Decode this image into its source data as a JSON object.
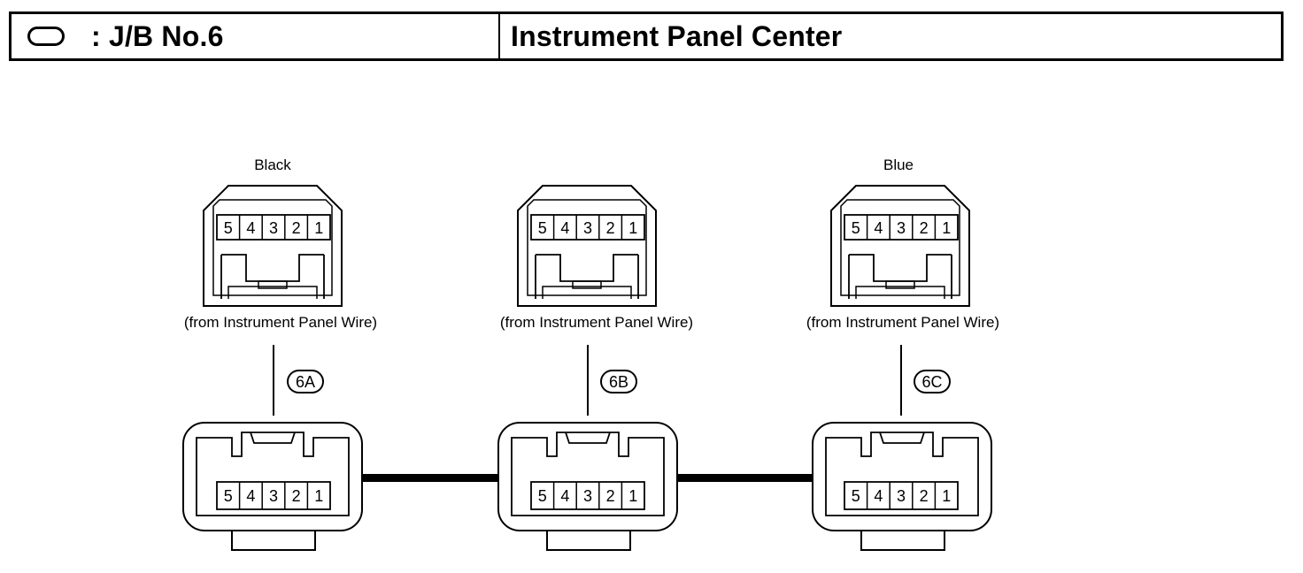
{
  "header": {
    "symbol_icon": "oval-outline-icon",
    "junction_block": ": J/B No.6",
    "location": "Instrument Panel Center"
  },
  "connectors": [
    {
      "id": "6A",
      "color_label": "Black",
      "source_label": "(from Instrument Panel Wire)",
      "pins": [
        "5",
        "4",
        "3",
        "2",
        "1"
      ],
      "bottom_pins": [
        "5",
        "4",
        "3",
        "2",
        "1"
      ]
    },
    {
      "id": "6B",
      "color_label": "",
      "source_label": "(from Instrument Panel Wire)",
      "pins": [
        "5",
        "4",
        "3",
        "2",
        "1"
      ],
      "bottom_pins": [
        "5",
        "4",
        "3",
        "2",
        "1"
      ]
    },
    {
      "id": "6C",
      "color_label": "Blue",
      "source_label": "(from Instrument Panel Wire)",
      "pins": [
        "5",
        "4",
        "3",
        "2",
        "1"
      ],
      "bottom_pins": [
        "5",
        "4",
        "3",
        "2",
        "1"
      ]
    }
  ]
}
